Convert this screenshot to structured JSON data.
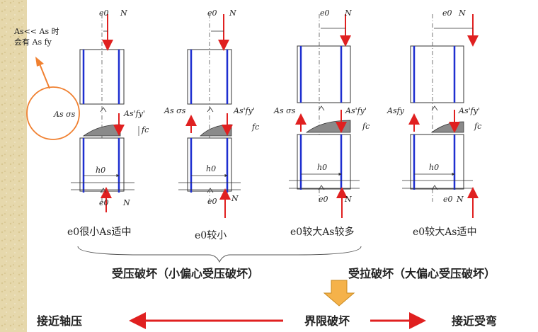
{
  "note": {
    "line1": "As<< As 时",
    "line2": "会有 As fy"
  },
  "labels": {
    "e0": "e0",
    "N": "N",
    "h0": "h0",
    "fc": "fc",
    "As_sigma": "As σs",
    "As_fy_prime": "As'fy'",
    "As_fy": "Asfy"
  },
  "cases": [
    {
      "caption": "e0很小As适中"
    },
    {
      "caption": "e0较小"
    },
    {
      "caption": "e0较大As较多"
    },
    {
      "caption": "e0较大As适中"
    }
  ],
  "bottom": {
    "compression_failure": "受压破坏（小偏心受压破坏）",
    "tension_failure": "受拉破坏（大偏心受压破坏）",
    "near_axial": "接近轴压",
    "boundary": "界限破坏",
    "near_bending": "接近受弯"
  },
  "colors": {
    "arrow_red": "#e02020",
    "rebar_blue": "#1e2fd0",
    "circle_orange": "#f08030",
    "down_arrow_fill": "#f5b24a",
    "stress_fill": "#8a8a8a",
    "parchment": "#e8dcb4"
  }
}
